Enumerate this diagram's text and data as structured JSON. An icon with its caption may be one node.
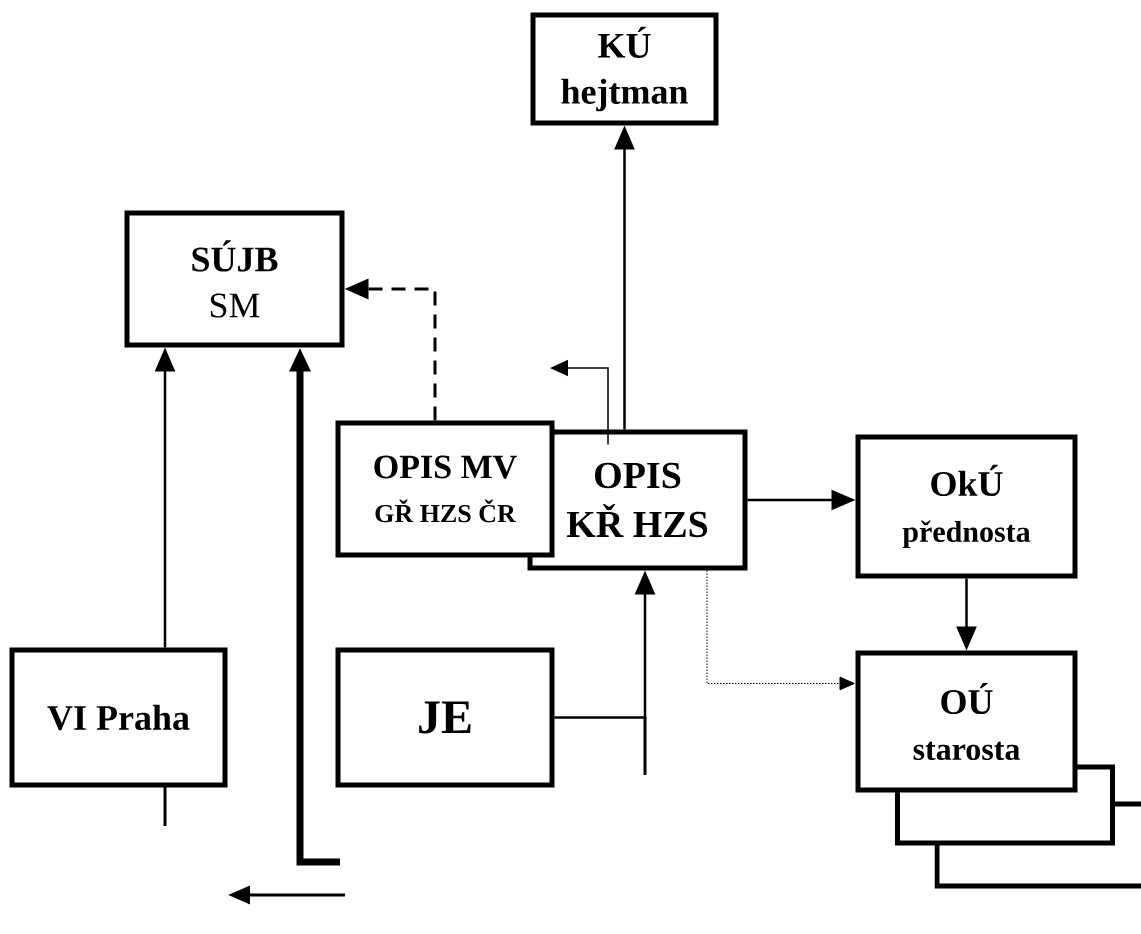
{
  "diagram": {
    "nodes": [
      {
        "text": [
          "KÚ",
          "hejtman"
        ]
      },
      {
        "text": [
          "SÚJB",
          "SM"
        ]
      },
      {
        "text": [
          "OPIS MV",
          "GŘ HZS ČR"
        ]
      },
      {
        "text": [
          "OPIS",
          "KŘ HZS"
        ]
      },
      {
        "text": [
          "OkÚ",
          "přednosta"
        ]
      },
      {
        "text": [
          "VI Praha"
        ]
      },
      {
        "text": [
          "JE"
        ]
      },
      {
        "text": [
          "OÚ",
          "starosta"
        ]
      },
      {
        "text": [],
        "shape": "box"
      },
      {
        "text": [],
        "shape": "box"
      }
    ],
    "edges": [
      {
        "from": 3,
        "to": 0,
        "arrow": "to"
      },
      {
        "from": 2,
        "to": 1,
        "arrow": "to",
        "style": "dashed"
      },
      {
        "from": 5,
        "to": 1,
        "arrow": "to"
      },
      {
        "from": null,
        "to": 1,
        "arrow": "to",
        "style": "thick"
      },
      {
        "from": 3,
        "to": null,
        "arrow": "to"
      },
      {
        "from": 3,
        "to": 4,
        "arrow": "to"
      },
      {
        "from": 6,
        "to": 3,
        "arrow": "to"
      },
      {
        "from": 3,
        "to": 7,
        "arrow": "to",
        "style": "dashed"
      },
      {
        "from": 4,
        "to": 7,
        "arrow": "to"
      }
    ]
  }
}
